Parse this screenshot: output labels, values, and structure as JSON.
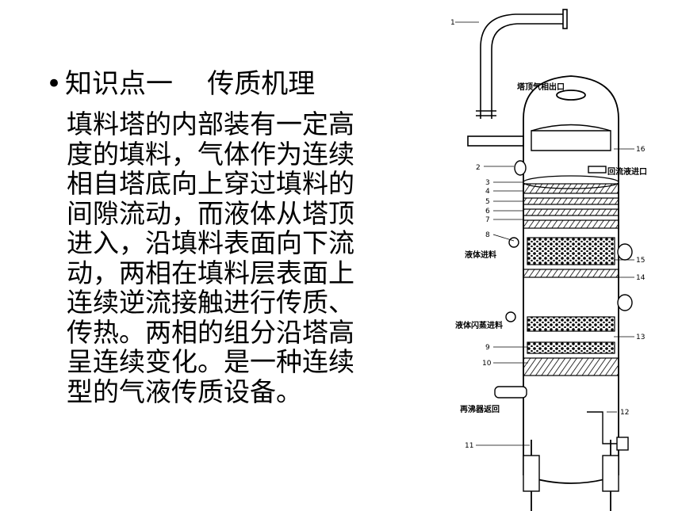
{
  "slide": {
    "bullet": "•",
    "heading": "知识点一    传质机理",
    "paragraph_lines": [
      "填料塔的内部装有一定高",
      "度的填料，气体作为连续",
      "相自塔底向上穿过填料的",
      "间隙流动，而液体从塔顶",
      "进入，沿填料表面向下流",
      "动，两相在填料层表面上",
      "连续逆流接触进行传质、",
      "传热。两相的组分沿塔高",
      "呈连续变化。是一种连续",
      "型的气液传质设备。"
    ]
  },
  "diagram": {
    "labels": {
      "top_gas_outlet": "塔顶气相出口",
      "reflux_inlet": "回流液进口",
      "liquid_feed": "液体进料",
      "flash_feed": "液体闪蒸进料",
      "reboiler_return": "再沸器返回"
    },
    "numbers": [
      "1",
      "2",
      "3",
      "4",
      "5",
      "6",
      "7",
      "8",
      "9",
      "10",
      "11",
      "12",
      "13",
      "14",
      "15",
      "16"
    ]
  }
}
